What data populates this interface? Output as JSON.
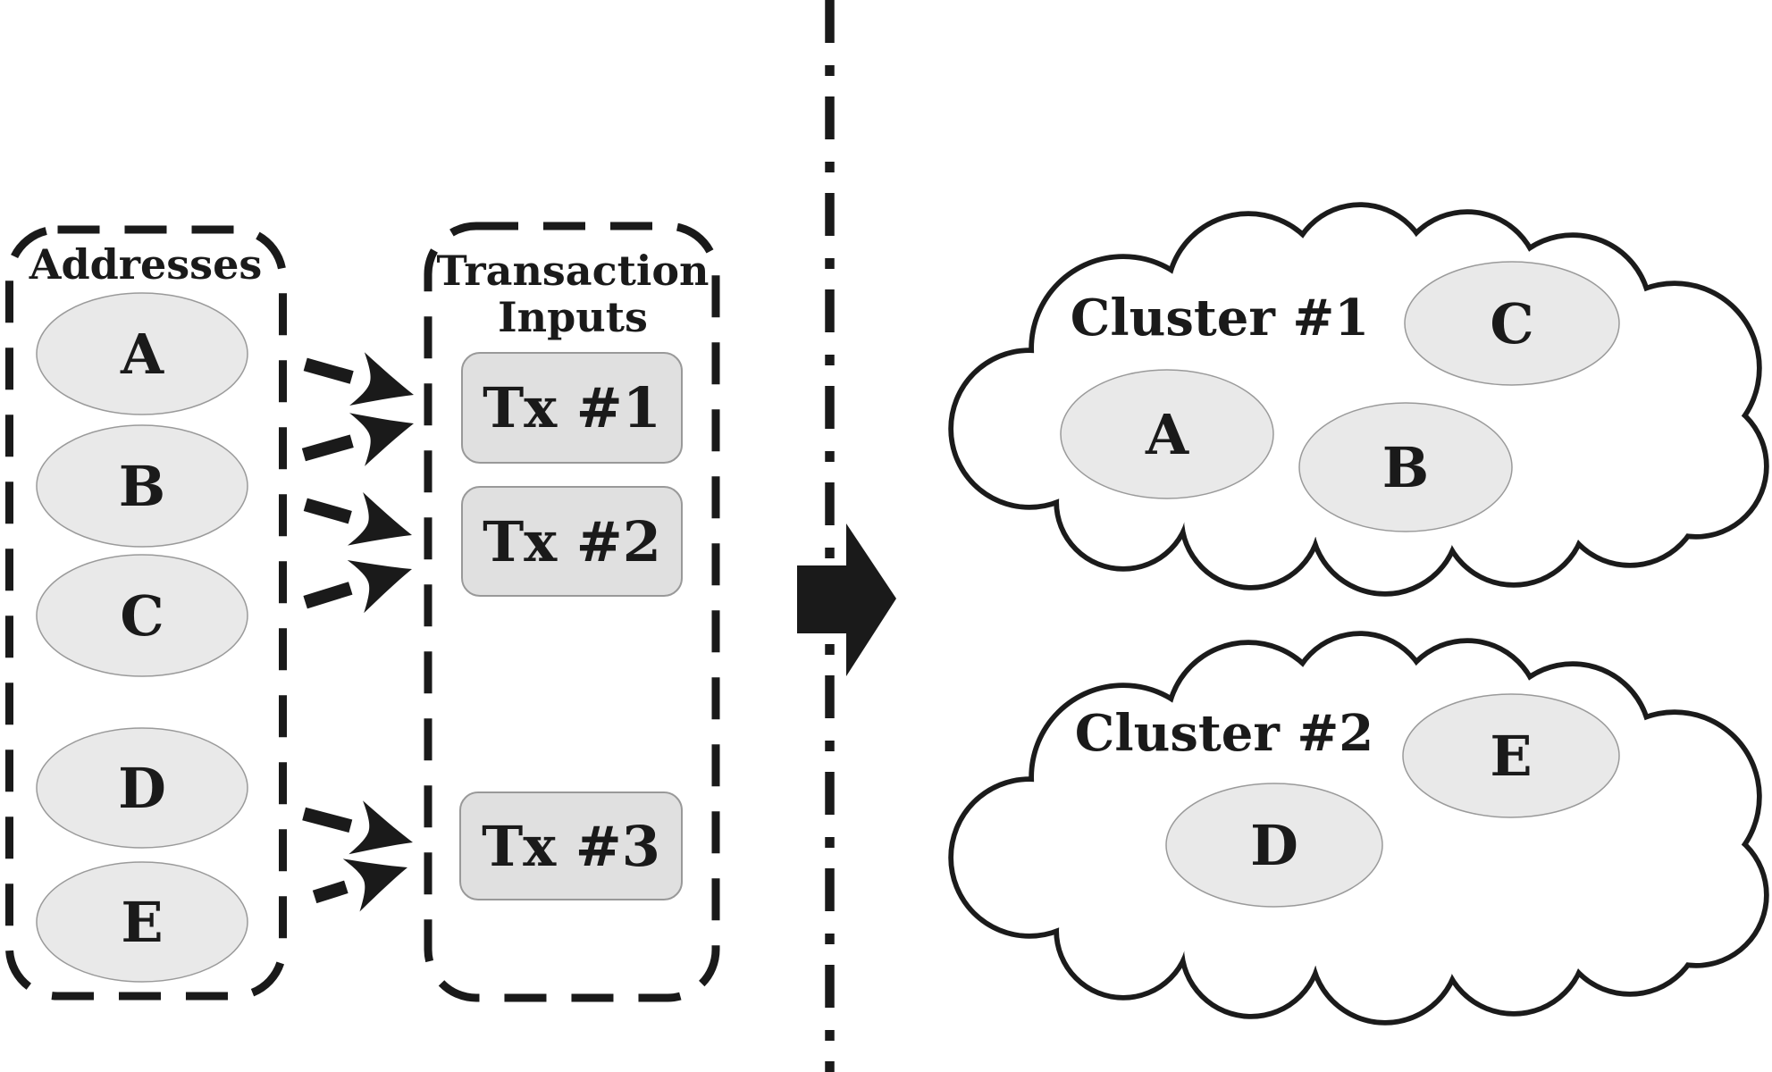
{
  "figure": {
    "left_panel": {
      "title": "Addresses",
      "addresses": [
        "A",
        "B",
        "C",
        "D",
        "E"
      ]
    },
    "tx_panel": {
      "title_line1": "Transaction",
      "title_line2": "Inputs",
      "transactions": [
        {
          "label": "Tx #1",
          "inputs": [
            "A",
            "B"
          ]
        },
        {
          "label": "Tx #2",
          "inputs": [
            "B",
            "C"
          ]
        },
        {
          "label": "Tx #3",
          "inputs": [
            "D",
            "E"
          ]
        }
      ]
    },
    "clusters": [
      {
        "label": "Cluster #1",
        "members": [
          "A",
          "B",
          "C"
        ]
      },
      {
        "label": "Cluster #2",
        "members": [
          "D",
          "E"
        ]
      }
    ],
    "colors": {
      "ink": "#1a1a1a",
      "node_fill": "#e9e9e9",
      "node_border": "#9a9a9a",
      "tx_fill": "#e0e0e0",
      "tx_border": "#999999",
      "background": "#ffffff"
    }
  }
}
